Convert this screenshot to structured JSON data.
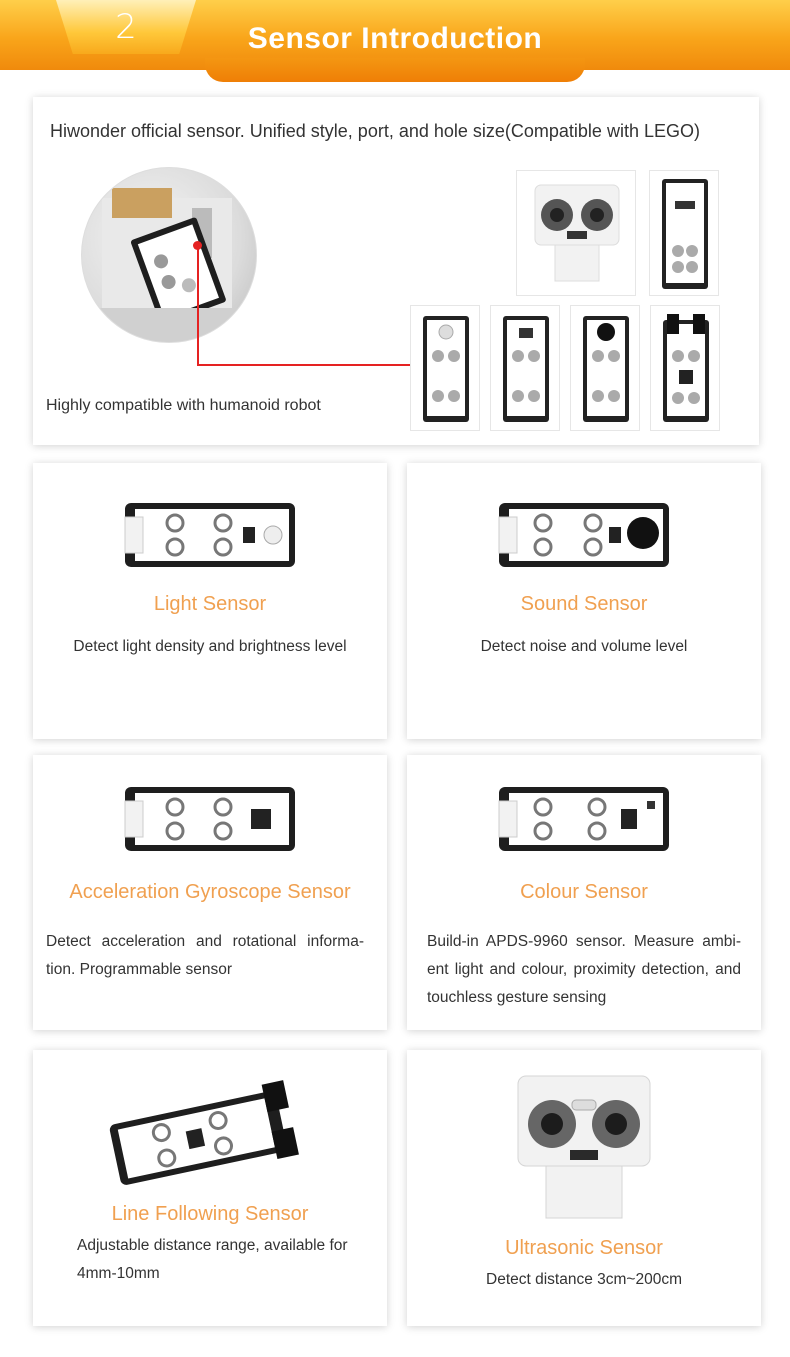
{
  "header": {
    "number": "2",
    "title": "Sensor Introduction"
  },
  "intro": {
    "text": "Hiwonder official sensor. Unified style, port, and hole size(Compatible with LEGO)",
    "caption": "Highly compatible with  humanoid robot"
  },
  "sensors": [
    {
      "name": "Light Sensor",
      "desc": "Detect light density and brightness level"
    },
    {
      "name": "Sound Sensor",
      "desc": "Detect noise and volume level"
    },
    {
      "name": "Acceleration Gyroscope Sensor",
      "desc": "Detect acceleration and rotational informa-tion. Programmable sensor"
    },
    {
      "name": "Colour Sensor",
      "desc": "Build-in APDS-9960 sensor. Measure ambi-ent light and colour, proximity detection, and touchless gesture sensing"
    },
    {
      "name": "Line Following Sensor",
      "desc": "Adjustable distance range, available for 4mm-10mm"
    },
    {
      "name": "Ultrasonic Sensor",
      "desc": "Detect distance 3cm~200cm"
    }
  ],
  "colors": {
    "accent_orange": "#f9a51a",
    "title_orange": "#f0a050",
    "pointer_red": "#e52222"
  }
}
